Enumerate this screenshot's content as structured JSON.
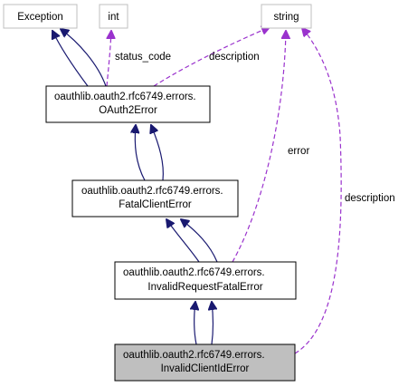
{
  "colors": {
    "inheritance_edge": "#191970",
    "usage_edge": "#9a32cd",
    "node_border": "#000000",
    "ghost_border": "#bfbfbf",
    "focus_fill": "#bfbfbf",
    "node_fill": "#ffffff"
  },
  "nodes": {
    "exception": {
      "label": "Exception"
    },
    "int": {
      "label": "int"
    },
    "string": {
      "label": "string"
    },
    "oauth2_error": {
      "line1": "oauthlib.oauth2.rfc6749.errors.",
      "line2": "OAuth2Error"
    },
    "fatal_client_error": {
      "line1": "oauthlib.oauth2.rfc6749.errors.",
      "line2": "FatalClientError"
    },
    "invalid_request_fatal_error": {
      "line1": "oauthlib.oauth2.rfc6749.errors.",
      "line2": "InvalidRequestFatalError"
    },
    "invalid_client_id_error": {
      "line1": "oauthlib.oauth2.rfc6749.errors.",
      "line2": "InvalidClientIdError"
    }
  },
  "edge_labels": {
    "status_code": "status_code",
    "description_top": "description",
    "error": "error",
    "description_right": "description"
  }
}
